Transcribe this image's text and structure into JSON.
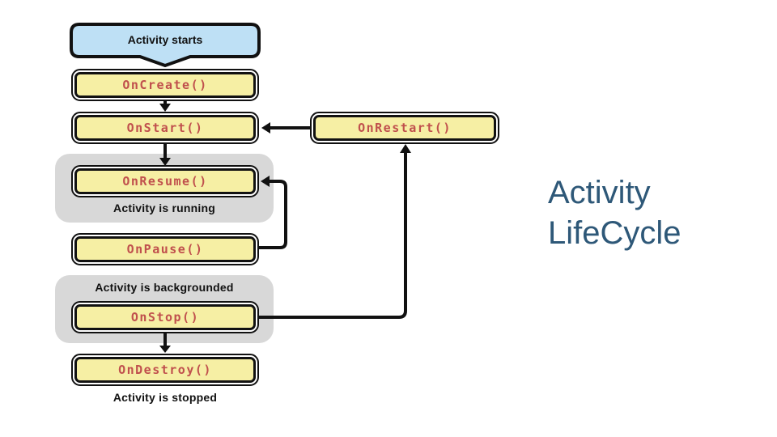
{
  "title": {
    "line1": "Activity",
    "line2": "LifeCycle",
    "color": "#2E5878"
  },
  "flow": {
    "start_label": "Activity starts",
    "nodes": [
      {
        "label": "OnCreate()"
      },
      {
        "label": "OnStart()"
      },
      {
        "label": "OnRestart()"
      },
      {
        "label": "OnResume()"
      },
      {
        "label": "OnPause()"
      },
      {
        "label": "OnStop()"
      },
      {
        "label": "OnDestroy()"
      }
    ],
    "states": [
      {
        "label": "Activity is running"
      },
      {
        "label": "Activity is backgrounded"
      },
      {
        "label": "Activity is stopped"
      }
    ],
    "edges": [
      "Activity starts -> OnCreate()",
      "OnCreate() -> OnStart()",
      "OnRestart() -> OnStart()",
      "OnStart() -> OnResume()",
      "OnPause() -> OnResume()",
      "OnStop() -> OnRestart()",
      "OnStop() -> OnDestroy()"
    ],
    "colors": {
      "start_fill": "#BEE0F5",
      "node_fill": "#F6EFA4",
      "node_text": "#C0504D",
      "state_bg": "#D8D8D8",
      "connector": "#111111"
    }
  }
}
